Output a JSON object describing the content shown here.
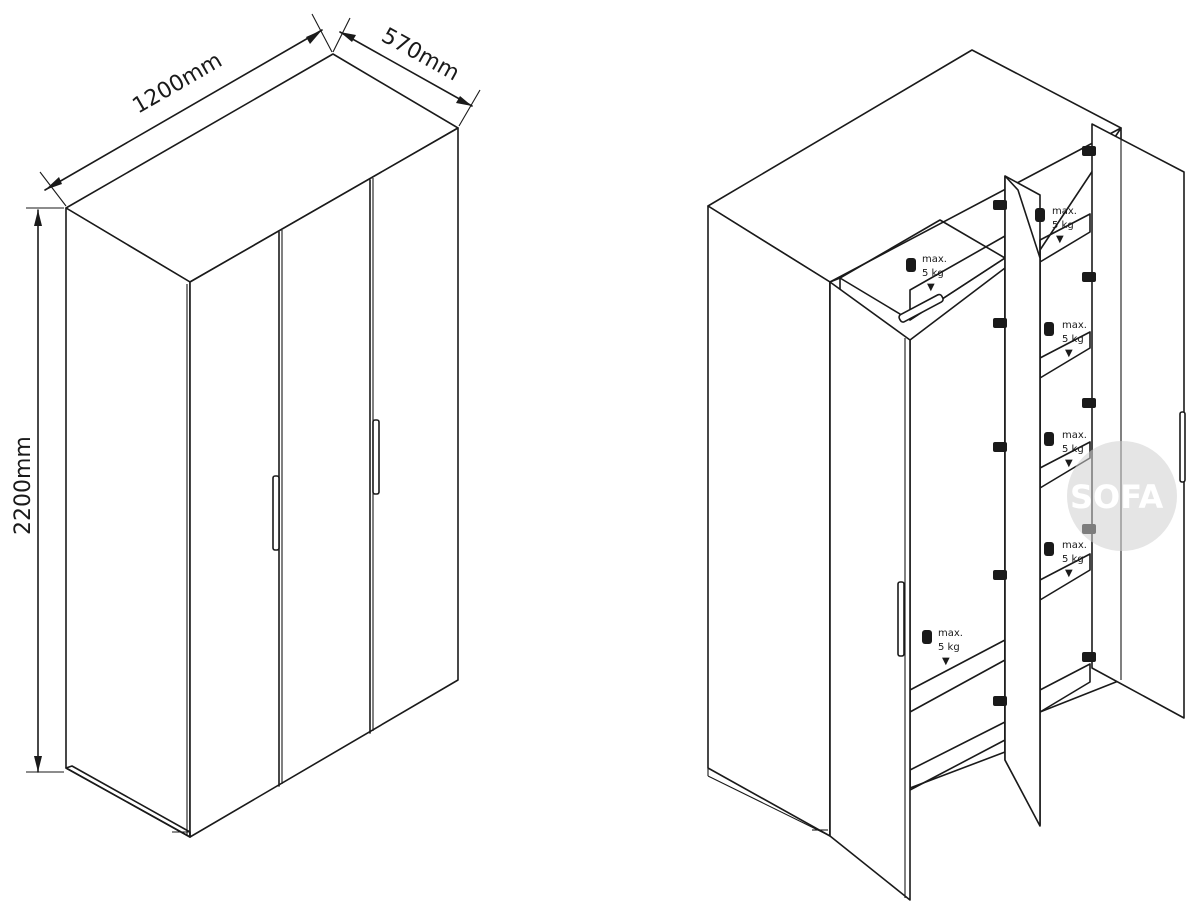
{
  "dimensions": {
    "width": "1200mm",
    "depth": "570mm",
    "height": "2200mm"
  },
  "shelf_load": {
    "line1": "max.",
    "line2": "5 kg"
  },
  "watermark": {
    "text": "SOFA",
    "color": "#cfcfcf"
  },
  "colors": {
    "line": "#1a1a1a",
    "background": "#ffffff"
  },
  "icons": [
    "weight-icon",
    "down-arrow-icon",
    "hinge-icon",
    "handle-icon"
  ]
}
